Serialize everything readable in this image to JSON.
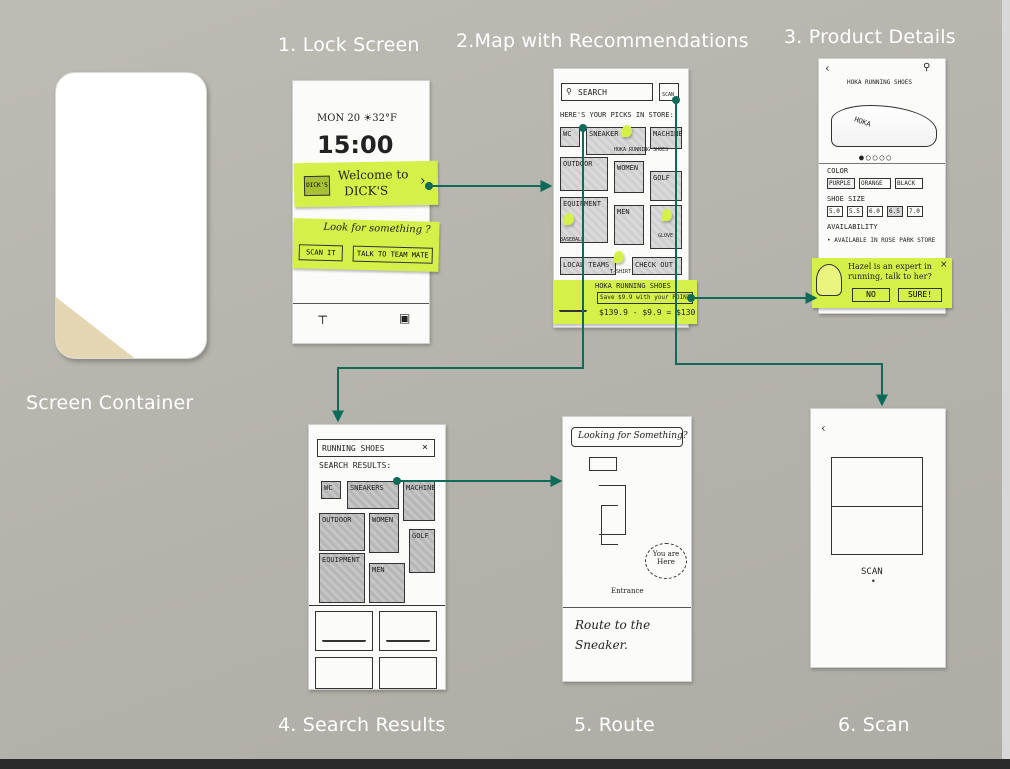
{
  "titles": {
    "lock": "1. Lock Screen",
    "map": "2.Map with Recommendations",
    "product": "3. Product Details",
    "container": "Screen Container",
    "search": "4. Search Results",
    "route": "5. Route",
    "scan": "6. Scan"
  },
  "lock_screen": {
    "date": "MON 20 ☀32°F",
    "time": "15:00",
    "logo": "DICK'S",
    "welcome": "Welcome to",
    "welcome2": "DICK'S",
    "prompt": "Look for something ?",
    "scan_btn": "SCAN IT",
    "talk_btn": "TALK TO TEAM MATE"
  },
  "map_screen": {
    "search": "SEARCH",
    "scan": "SCAN",
    "picks": "HERE'S YOUR PICKS IN STORE:",
    "areas": [
      "WC",
      "SNEAKER",
      "MACHINE",
      "OUTDOOR",
      "WOMEN",
      "GOLF",
      "EQUIPMENT",
      "MEN",
      "LOCAL TEAMS",
      "CHECK OUT"
    ],
    "pin_shoe": "HOKA RUNNING SHOES",
    "pin_bat": "BASEBALL",
    "pin_glove": "GLOVE",
    "pin_tshirt": "T-SHIRT",
    "promo_title": "HOKA RUNNING SHOES",
    "promo_save": "Save $9.9 with your POINTS",
    "promo_price": "$139.9 - $9.9 = $130"
  },
  "product_screen": {
    "name": "HOKA RUNNING SHOES",
    "brand": "HOKA",
    "color_label": "COLOR",
    "colors": [
      "PURPLE",
      "ORANGE",
      "BLACK"
    ],
    "size_label": "SHOE SIZE",
    "sizes": [
      "5.0",
      "5.5",
      "6.0",
      "6.5",
      "7.0"
    ],
    "availability_label": "AVAILABILITY",
    "availability": "• AVAILABLE IN ROSE PARK STORE",
    "expert": "Hazel is an expert in running, talk to her?",
    "no": "NO",
    "sure": "SURE!"
  },
  "search_screen": {
    "query": "RUNNING SHOES",
    "results_label": "SEARCH RESULTS:",
    "areas": [
      "WC",
      "SNEAKERS",
      "MACHINE",
      "OUTDOOR",
      "WOMEN",
      "GOLF",
      "EQUIPMENT",
      "MEN"
    ]
  },
  "route_screen": {
    "banner": "Looking for Something?",
    "you_are_here": "You are Here",
    "entrance": "Entrance",
    "caption": "Route to the Sneaker."
  },
  "scan_screen": {
    "label": "SCAN"
  },
  "colors": {
    "arrow": "#0d6b57",
    "sticky": "#d6f04a",
    "title": "#ffffff"
  }
}
